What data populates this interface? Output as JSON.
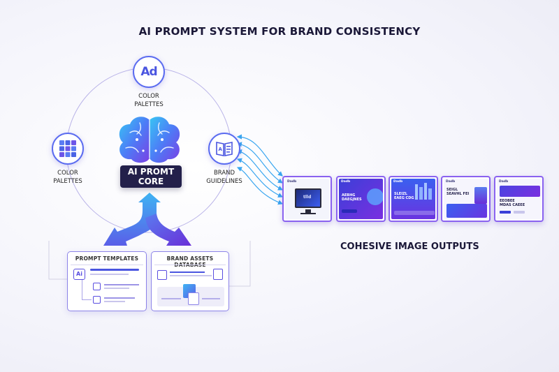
{
  "title": "AI PROMPT SYSTEM FOR BRAND CONSISTENCY",
  "nodes": {
    "top": {
      "icon_text": "Ad",
      "label_line1": "COLOR",
      "label_line2": "PALETTES"
    },
    "left": {
      "label_line1": "COLOR",
      "label_line2": "PALETTES"
    },
    "right": {
      "label_line1": "BRAND",
      "label_line2": "GUIDELINES"
    }
  },
  "core": {
    "line1": "AI PROMT",
    "line2": "CORE"
  },
  "panels": {
    "prompt_templates": {
      "title": "PROMPT TEMPLATES",
      "icon_text": "Ai"
    },
    "brand_assets": {
      "title": "BRAND ASSETS DATABASE"
    }
  },
  "outputs_label": "COHESIVE IMAGE OUTPUTS",
  "thumbnails": [
    {
      "brand": "Dadb",
      "screen_text": "tlld"
    },
    {
      "brand": "Dadb",
      "headline": "AEBHG\nDAEGJNES"
    },
    {
      "brand": "Dadb",
      "headline": "SLEIZL\nEAEG CDG"
    },
    {
      "brand": "Dadb",
      "headline": "SEIGL\nSEAVHL FEI"
    },
    {
      "brand": "Dadb",
      "headline": "EEOBEE\nMDAS CAEEE"
    }
  ],
  "colors": {
    "accent_blue": "#3b82f6",
    "accent_purple": "#7c3aed",
    "core_dark": "#23204a",
    "connector": "#3aa6f0"
  }
}
